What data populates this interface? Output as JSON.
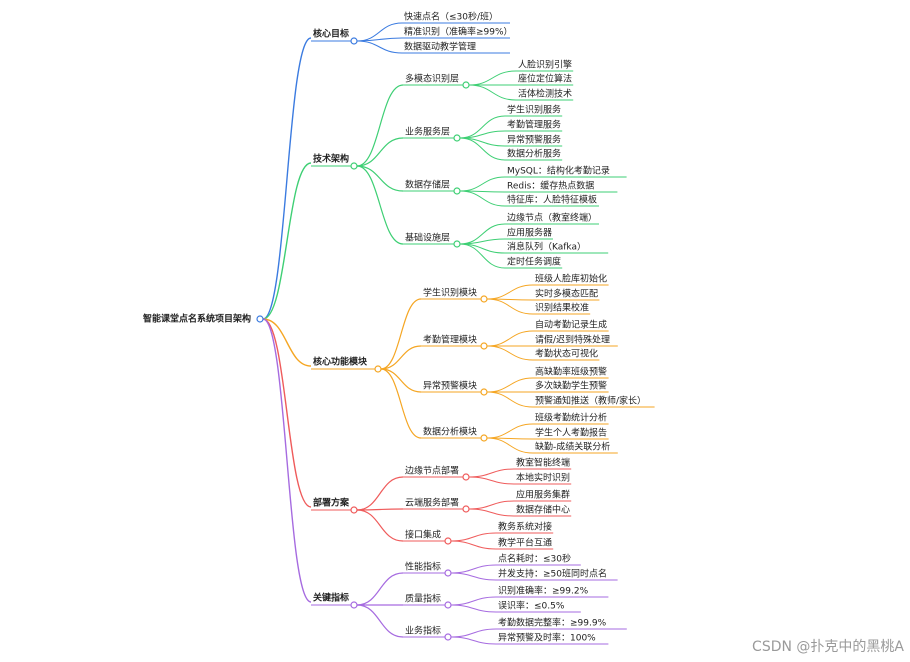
{
  "root": {
    "label": "智能课堂点名系统项目架构"
  },
  "branches": [
    {
      "label": "核心目标",
      "color": "#3b7be0",
      "children": [
        {
          "label": "快速点名（≤30秒/班）"
        },
        {
          "label": "精准识别（准确率≥99%）"
        },
        {
          "label": "数据驱动教学管理"
        }
      ]
    },
    {
      "label": "技术架构",
      "color": "#3ecf74",
      "children": [
        {
          "label": "多模态识别层",
          "children": [
            "人脸识别引擎",
            "座位定位算法",
            "活体检测技术"
          ]
        },
        {
          "label": "业务服务层",
          "children": [
            "学生识别服务",
            "考勤管理服务",
            "异常预警服务",
            "数据分析服务"
          ]
        },
        {
          "label": "数据存储层",
          "children": [
            "MySQL：结构化考勤记录",
            "Redis：缓存热点数据",
            "特征库：人脸特征模板"
          ]
        },
        {
          "label": "基础设施层",
          "children": [
            "边缘节点（教室终端）",
            "应用服务器",
            "消息队列（Kafka）",
            "定时任务调度"
          ]
        }
      ]
    },
    {
      "label": "核心功能模块",
      "color": "#f5a623",
      "children": [
        {
          "label": "学生识别模块",
          "children": [
            "班级人脸库初始化",
            "实时多模态匹配",
            "识别结果校准"
          ]
        },
        {
          "label": "考勤管理模块",
          "children": [
            "自动考勤记录生成",
            "请假/迟到特殊处理",
            "考勤状态可视化"
          ]
        },
        {
          "label": "异常预警模块",
          "children": [
            "高缺勤率班级预警",
            "多次缺勤学生预警",
            "预警通知推送（教师/家长）"
          ]
        },
        {
          "label": "数据分析模块",
          "children": [
            "班级考勤统计分析",
            "学生个人考勤报告",
            "缺勤-成绩关联分析"
          ]
        }
      ]
    },
    {
      "label": "部署方案",
      "color": "#ef5b5b",
      "children": [
        {
          "label": "边缘节点部署",
          "children": [
            "教室智能终端",
            "本地实时识别"
          ]
        },
        {
          "label": "云端服务部署",
          "children": [
            "应用服务集群",
            "数据存储中心"
          ]
        },
        {
          "label": "接口集成",
          "children": [
            "教务系统对接",
            "教学平台互通"
          ]
        }
      ]
    },
    {
      "label": "关键指标",
      "color": "#a66be0",
      "children": [
        {
          "label": "性能指标",
          "children": [
            "点名耗时：≤30秒",
            "并发支持：≥50班同时点名"
          ]
        },
        {
          "label": "质量指标",
          "children": [
            "识别准确率：≥99.2%",
            "误识率：≤0.5%"
          ]
        },
        {
          "label": "业务指标",
          "children": [
            "考勤数据完整率：≥99.9%",
            "异常预警及时率：100%"
          ]
        }
      ]
    }
  ],
  "watermark": "CSDN @扑克中的黑桃A"
}
